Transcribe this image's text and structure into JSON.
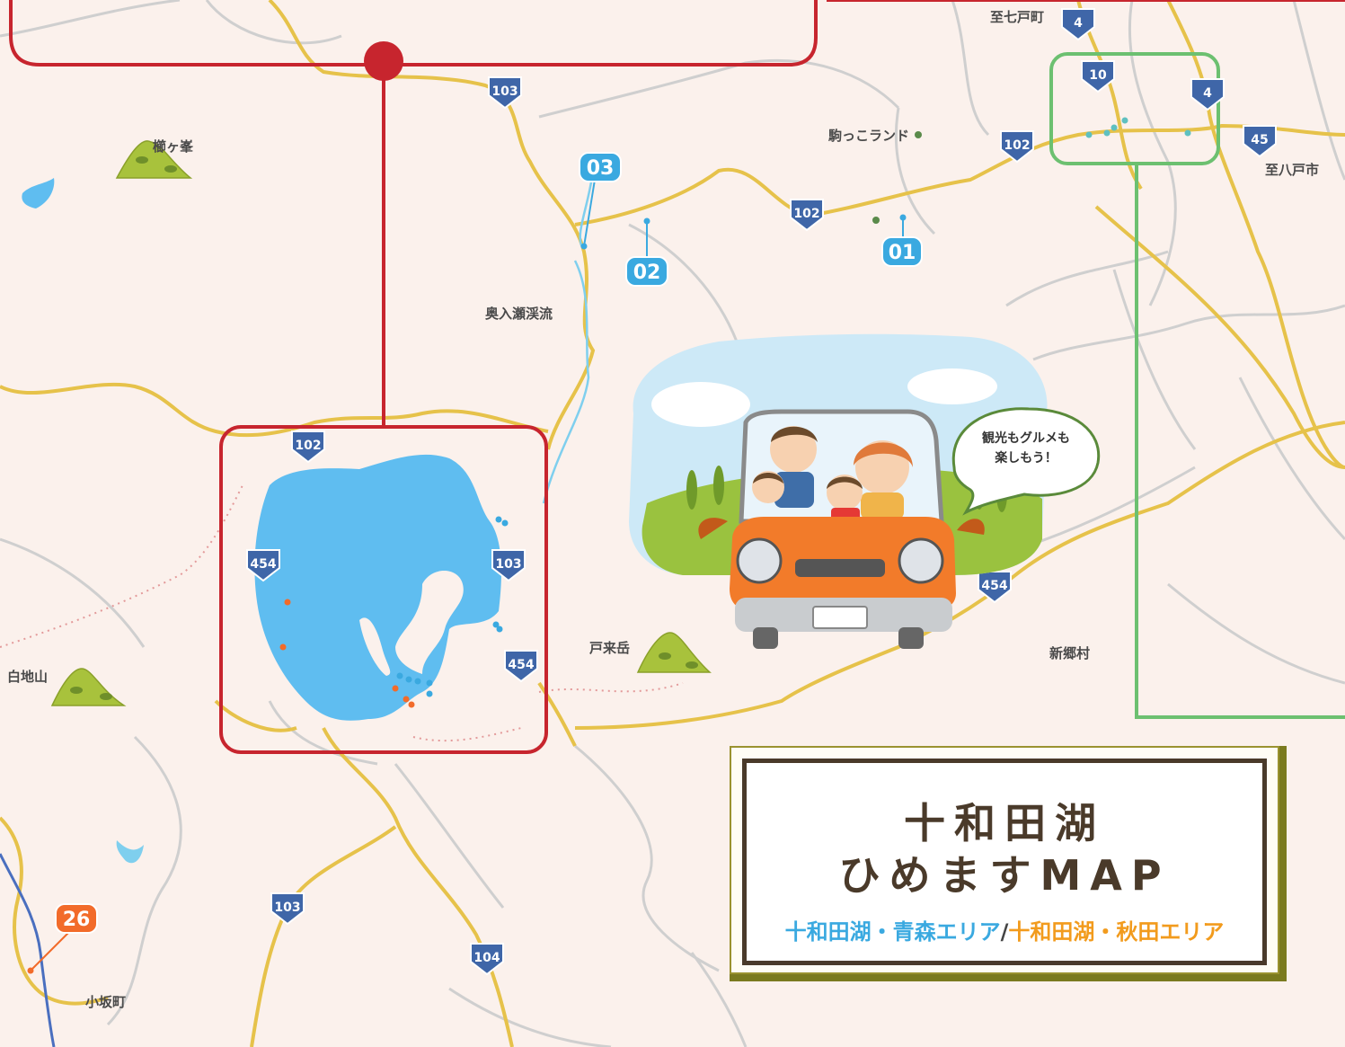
{
  "places": {
    "shichinohe": "至七戸町",
    "hachinohe": "至八戸市",
    "kushigamine": "櫛ヶ峯",
    "komakko": "駒っこランド",
    "oirase": "奥入瀬渓流",
    "hirugadake": "戸来岳",
    "shingo": "新郷村",
    "shirachi": "白地山",
    "kosaka": "小坂町"
  },
  "routes": {
    "r4a": "4",
    "r10": "10",
    "r4b": "4",
    "r45": "45",
    "r102a": "102",
    "r102b": "102",
    "r102c": "102",
    "r103a": "103",
    "r103b": "103",
    "r103c": "103",
    "r454a": "454",
    "r454b": "454",
    "r454c": "454",
    "r104": "104"
  },
  "spots": {
    "s01": "01",
    "s02": "02",
    "s03": "03",
    "s26": "26"
  },
  "bubble": {
    "line1": "観光もグルメも",
    "line2": "楽しもう！"
  },
  "title": {
    "line1": "十和田湖",
    "line2": "ひめますMAP",
    "area_aomori": "十和田湖・青森エリア",
    "separator": "/",
    "area_akita": "十和田湖・秋田エリア"
  },
  "colors": {
    "background": "#fbf1ec",
    "lake": "#5fbdf0",
    "major_road": "#e6c24a",
    "minor_road": "#cfcfcf",
    "red_frame": "#c7252e",
    "green_frame": "#6cc070",
    "aomori_text": "#3aa9e0",
    "akita_text": "#f29b1d",
    "route_shield": "#3f66a8"
  }
}
